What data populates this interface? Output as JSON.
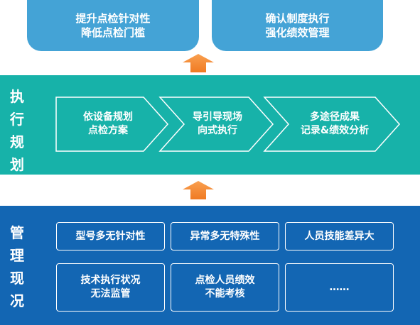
{
  "goals": [
    {
      "line1": "提升点检针对性",
      "line2": "降低点检门槛"
    },
    {
      "line1": "确认制度执行",
      "line2": "强化绩效管理"
    }
  ],
  "execution": {
    "title_chars": [
      "执",
      "行",
      "规",
      "划"
    ],
    "steps": [
      {
        "line1": "依设备规划",
        "line2": "点检方案"
      },
      {
        "line1": "导引导现场",
        "line2": "向式执行"
      },
      {
        "line1": "多途径成果",
        "line2": "记录&绩效分析"
      }
    ]
  },
  "management": {
    "title_chars": [
      "管",
      "理",
      "现",
      "况"
    ],
    "issues": [
      {
        "line1": "型号多无针对性",
        "line2": ""
      },
      {
        "line1": "异常多无特殊性",
        "line2": ""
      },
      {
        "line1": "人员技能差异大",
        "line2": ""
      },
      {
        "line1": "技术执行状况",
        "line2": "无法监管"
      },
      {
        "line1": "点检人员绩效",
        "line2": "不能考核"
      },
      {
        "line1": "……",
        "line2": ""
      }
    ]
  },
  "colors": {
    "goal_box": "#44a3d6",
    "execution_band": "#17b2a9",
    "management_band": "#1366b3",
    "arrow": "#f07a22"
  },
  "icons": {
    "up_arrow": "up-arrow-icon"
  }
}
